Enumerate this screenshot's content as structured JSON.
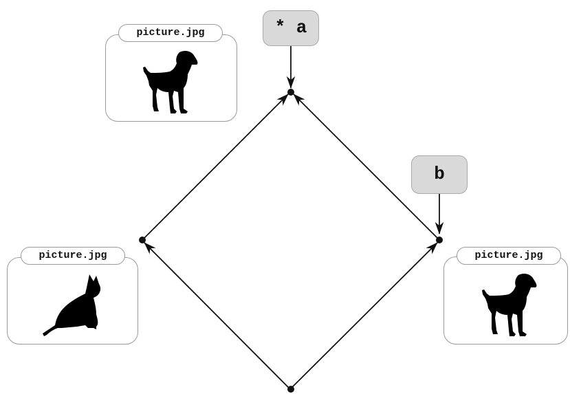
{
  "refs": {
    "head": "* a",
    "branch": "b"
  },
  "files": {
    "top_left": {
      "filename": "picture.jpg",
      "image": "dog-silhouette-icon"
    },
    "left": {
      "filename": "picture.jpg",
      "image": "cat-silhouette-icon"
    },
    "right": {
      "filename": "picture.jpg",
      "image": "dog-silhouette-icon"
    }
  }
}
